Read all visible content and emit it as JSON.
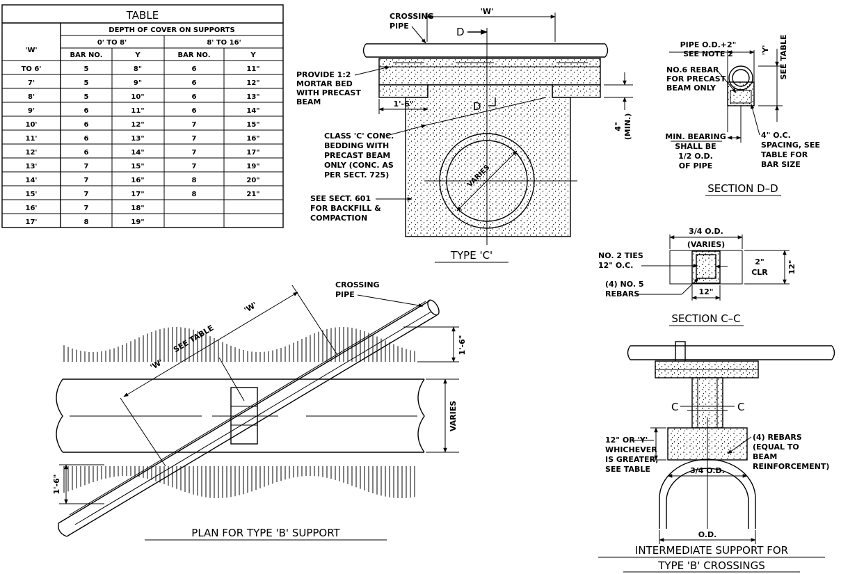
{
  "table": {
    "title": "TABLE",
    "w_header": "'W'",
    "depth_header": "DEPTH OF COVER ON SUPPORTS",
    "range_1": "0' TO 8'",
    "range_2": "8' TO 16'",
    "sub_headers": [
      "BAR NO.",
      "Y",
      "BAR NO.",
      "Y"
    ],
    "rows": [
      [
        "TO 6'",
        "5",
        "8\"",
        "6",
        "11\""
      ],
      [
        "7'",
        "5",
        "9\"",
        "6",
        "12\""
      ],
      [
        "8'",
        "5",
        "10\"",
        "6",
        "13\""
      ],
      [
        "9'",
        "6",
        "11\"",
        "6",
        "14\""
      ],
      [
        "10'",
        "6",
        "12\"",
        "7",
        "15\""
      ],
      [
        "11'",
        "6",
        "13\"",
        "7",
        "16\""
      ],
      [
        "12'",
        "6",
        "14\"",
        "7",
        "17\""
      ],
      [
        "13'",
        "7",
        "15\"",
        "7",
        "19\""
      ],
      [
        "14'",
        "7",
        "16\"",
        "8",
        "20\""
      ],
      [
        "15'",
        "7",
        "17\"",
        "8",
        "21\""
      ],
      [
        "16'",
        "7",
        "18\"",
        "",
        ""
      ],
      [
        "17'",
        "8",
        "19\"",
        "",
        ""
      ]
    ]
  },
  "type_c": {
    "title": "TYPE 'C'",
    "crossing_pipe": [
      "CROSSING",
      "PIPE"
    ],
    "w_dim": "'W'",
    "section_mark": "D",
    "mortar_note": [
      "PROVIDE 1:2",
      "MORTAR BED",
      "WITH PRECAST",
      "BEAM"
    ],
    "dim_1_6": "1'-6\"",
    "dim_4_min": [
      "4\"",
      "(MIN.)"
    ],
    "bedding_note": [
      "CLASS 'C' CONC.",
      "BEDDING WITH",
      "PRECAST BEAM",
      "ONLY (CONC. AS",
      "PER SECT. 725)"
    ],
    "backfill_note": [
      "SEE SECT. 601",
      "FOR BACKFILL &",
      "COMPACTION"
    ],
    "varies": "VARIES"
  },
  "section_dd": {
    "title": "SECTION D–D",
    "pipe_od": [
      "PIPE O.D.+2\"",
      "SEE NOTE 2"
    ],
    "see_table": "SEE TABLE",
    "y_label": "'Y'",
    "rebar_note": [
      "NO.6 REBAR",
      "FOR PRECAST",
      "BEAM ONLY"
    ],
    "bearing_note": [
      "MIN. BEARING",
      "SHALL BE",
      "1/2 O.D.",
      "OF PIPE"
    ],
    "spacing_note": [
      "4\" O.C.",
      "SPACING, SEE",
      "TABLE FOR",
      "BAR SIZE"
    ]
  },
  "section_cc": {
    "title": "SECTION C–C",
    "width_dim": [
      "3/4 O.D.",
      "(VARIES)"
    ],
    "ties_note": [
      "NO. 2 TIES",
      "12\" O.C."
    ],
    "rebars_note": [
      "(4) NO. 5",
      "REBARS"
    ],
    "clr_dim": [
      "2\"",
      "CLR"
    ],
    "height_dim": "12\"",
    "bottom_dim": "12\""
  },
  "plan_b": {
    "title": "PLAN FOR TYPE 'B' SUPPORT",
    "crossing_pipe": [
      "CROSSING",
      "PIPE"
    ],
    "see_table": "SEE TABLE",
    "w_dim": "'W'",
    "w_dim_2": "'W'",
    "dim_top": "1'-6\"",
    "dim_bottom": "1'-6\"",
    "varies": "VARIES"
  },
  "intermediate": {
    "title_1": "INTERMEDIATE SUPPORT FOR",
    "title_2": "TYPE 'B' CROSSINGS",
    "c_mark": "C",
    "height_note": [
      "12\" OR 'Y'",
      "WHICHEVER",
      "IS GREATER,",
      "SEE TABLE"
    ],
    "rebars_note": [
      "(4) REBARS",
      "(EQUAL TO",
      "BEAM",
      "REINFORCEMENT)"
    ],
    "od34": "3/4 O.D.",
    "od": "O.D."
  }
}
